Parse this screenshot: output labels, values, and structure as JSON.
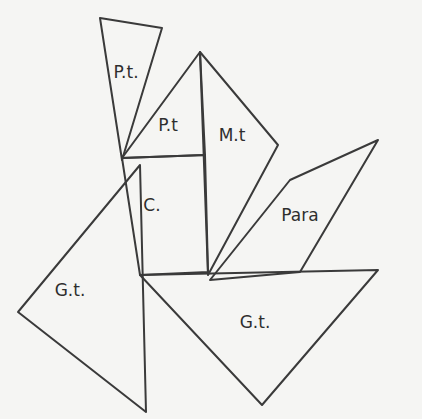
{
  "diagram": {
    "nodes": [
      {
        "text": [
          "P.t."
        ]
      },
      {
        "text": [
          "P.t"
        ]
      },
      {
        "text": [
          "M.t"
        ]
      },
      {
        "text": [
          "C."
        ]
      },
      {
        "text": [
          "Para"
        ]
      },
      {
        "text": [
          "G.t."
        ]
      },
      {
        "text": [
          "G.t."
        ]
      }
    ]
  }
}
